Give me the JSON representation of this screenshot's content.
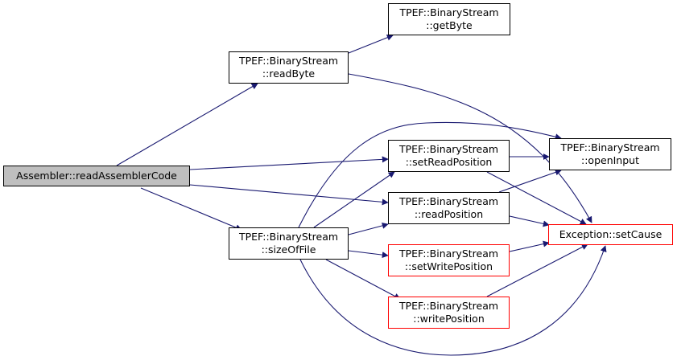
{
  "diagram": {
    "type": "call-graph",
    "colors": {
      "edge": "#191970",
      "normal_border": "#000000",
      "error_border": "#ff0000",
      "root_fill": "#bfbfbf"
    },
    "nodes": {
      "root": {
        "line1": "Assembler::readAssemblerCode"
      },
      "getByte": {
        "line1": "TPEF::BinaryStream",
        "line2": "::getByte"
      },
      "readByte": {
        "line1": "TPEF::BinaryStream",
        "line2": "::readByte"
      },
      "sizeOfFile": {
        "line1": "TPEF::BinaryStream",
        "line2": "::sizeOfFile"
      },
      "setReadPosition": {
        "line1": "TPEF::BinaryStream",
        "line2": "::setReadPosition"
      },
      "readPosition": {
        "line1": "TPEF::BinaryStream",
        "line2": "::readPosition"
      },
      "setWritePosition": {
        "line1": "TPEF::BinaryStream",
        "line2": "::setWritePosition"
      },
      "writePosition": {
        "line1": "TPEF::BinaryStream",
        "line2": "::writePosition"
      },
      "openInput": {
        "line1": "TPEF::BinaryStream",
        "line2": "::openInput"
      },
      "setCause": {
        "line1": "Exception::setCause"
      }
    },
    "edges": [
      [
        "root",
        "readByte"
      ],
      [
        "root",
        "setReadPosition"
      ],
      [
        "root",
        "readPosition"
      ],
      [
        "root",
        "sizeOfFile"
      ],
      [
        "readByte",
        "getByte"
      ],
      [
        "readByte",
        "setCause"
      ],
      [
        "sizeOfFile",
        "openInput"
      ],
      [
        "sizeOfFile",
        "setReadPosition"
      ],
      [
        "sizeOfFile",
        "readPosition"
      ],
      [
        "sizeOfFile",
        "setWritePosition"
      ],
      [
        "sizeOfFile",
        "writePosition"
      ],
      [
        "sizeOfFile",
        "setCause"
      ],
      [
        "setReadPosition",
        "openInput"
      ],
      [
        "setReadPosition",
        "setCause"
      ],
      [
        "readPosition",
        "openInput"
      ],
      [
        "readPosition",
        "setCause"
      ],
      [
        "setWritePosition",
        "setCause"
      ],
      [
        "writePosition",
        "setCause"
      ]
    ]
  }
}
